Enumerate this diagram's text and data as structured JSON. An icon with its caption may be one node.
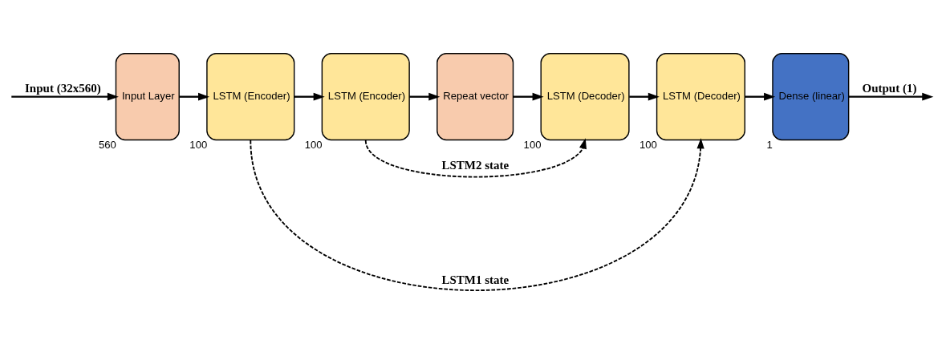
{
  "diagram": {
    "nodes": [
      {
        "text": [
          "Input Layer"
        ],
        "beside": [
          "560"
        ]
      },
      {
        "text": [
          "LSTM (Encoder)"
        ],
        "beside": [
          "100"
        ]
      },
      {
        "text": [
          "LSTM (Encoder)"
        ],
        "beside": [
          "100"
        ]
      },
      {
        "text": [
          "Repeat vector"
        ]
      },
      {
        "text": [
          "LSTM (Decoder)"
        ],
        "beside": [
          "100"
        ]
      },
      {
        "text": [
          "LSTM (Decoder)"
        ],
        "beside": [
          "100"
        ]
      },
      {
        "text": [
          "Dense (linear)"
        ],
        "beside": [
          "1"
        ]
      }
    ],
    "edges": [
      {
        "from": null,
        "to": 0,
        "arrow": "to",
        "label": "Input (32x560)"
      },
      {
        "from": 0,
        "to": 1,
        "arrow": "to"
      },
      {
        "from": 1,
        "to": 2,
        "arrow": "to"
      },
      {
        "from": 2,
        "to": 3,
        "arrow": "to"
      },
      {
        "from": 3,
        "to": 4,
        "arrow": "to"
      },
      {
        "from": 4,
        "to": 5,
        "arrow": "to"
      },
      {
        "from": 5,
        "to": 6,
        "arrow": "to"
      },
      {
        "from": 6,
        "to": null,
        "arrow": "to",
        "label": "Output (1)"
      },
      {
        "from": 2,
        "to": 4,
        "arrow": "to",
        "style": "dashed",
        "label": "LSTM2 state"
      },
      {
        "from": 1,
        "to": 5,
        "arrow": "to",
        "style": "dashed",
        "label": "LSTM1 state"
      }
    ]
  }
}
